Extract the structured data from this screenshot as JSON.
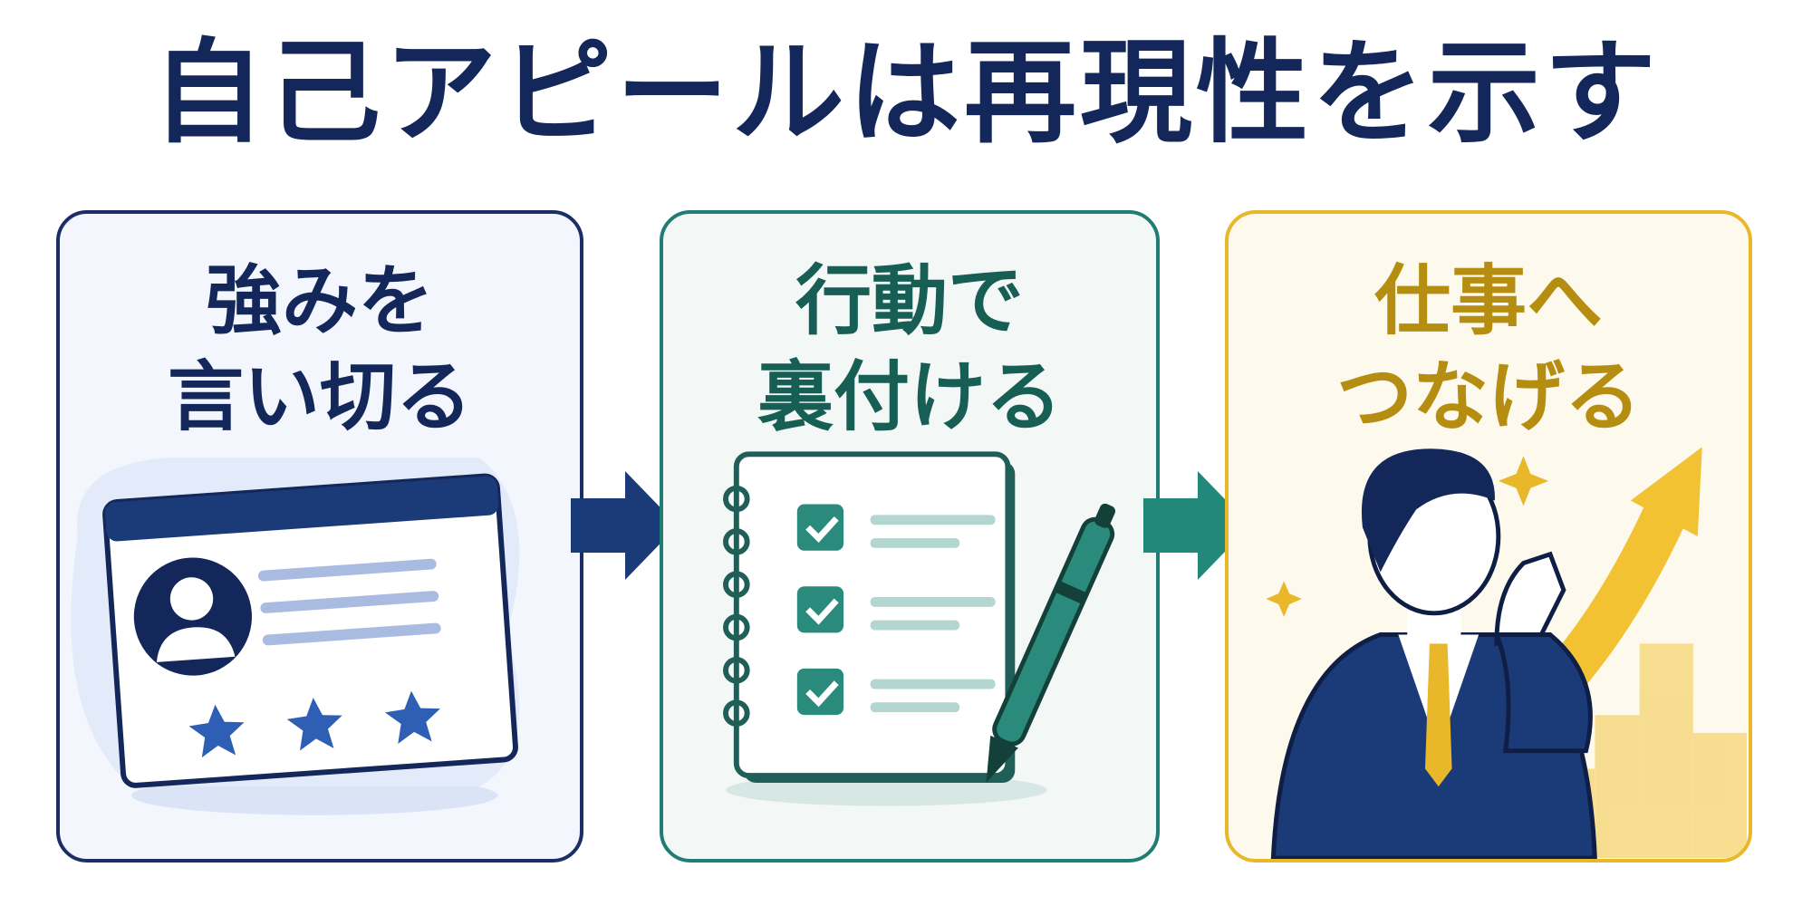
{
  "title": "自己アピールは再現性を示す",
  "steps": [
    {
      "line1": "強みを",
      "line2": "言い切る",
      "illustration": "profile-card-with-stars",
      "color": "#14275a"
    },
    {
      "line1": "行動で",
      "line2": "裏付ける",
      "illustration": "checklist-notebook-with-pen",
      "color": "#175e55"
    },
    {
      "line1": "仕事へ",
      "line2": "つなげる",
      "illustration": "businessman-with-rising-arrow",
      "color": "#b58d10"
    }
  ],
  "arrows": [
    "arrow-right-icon",
    "arrow-right-icon"
  ],
  "colors": {
    "navy": "#14275a",
    "teal": "#1f7d71",
    "gold": "#e8b82a"
  }
}
